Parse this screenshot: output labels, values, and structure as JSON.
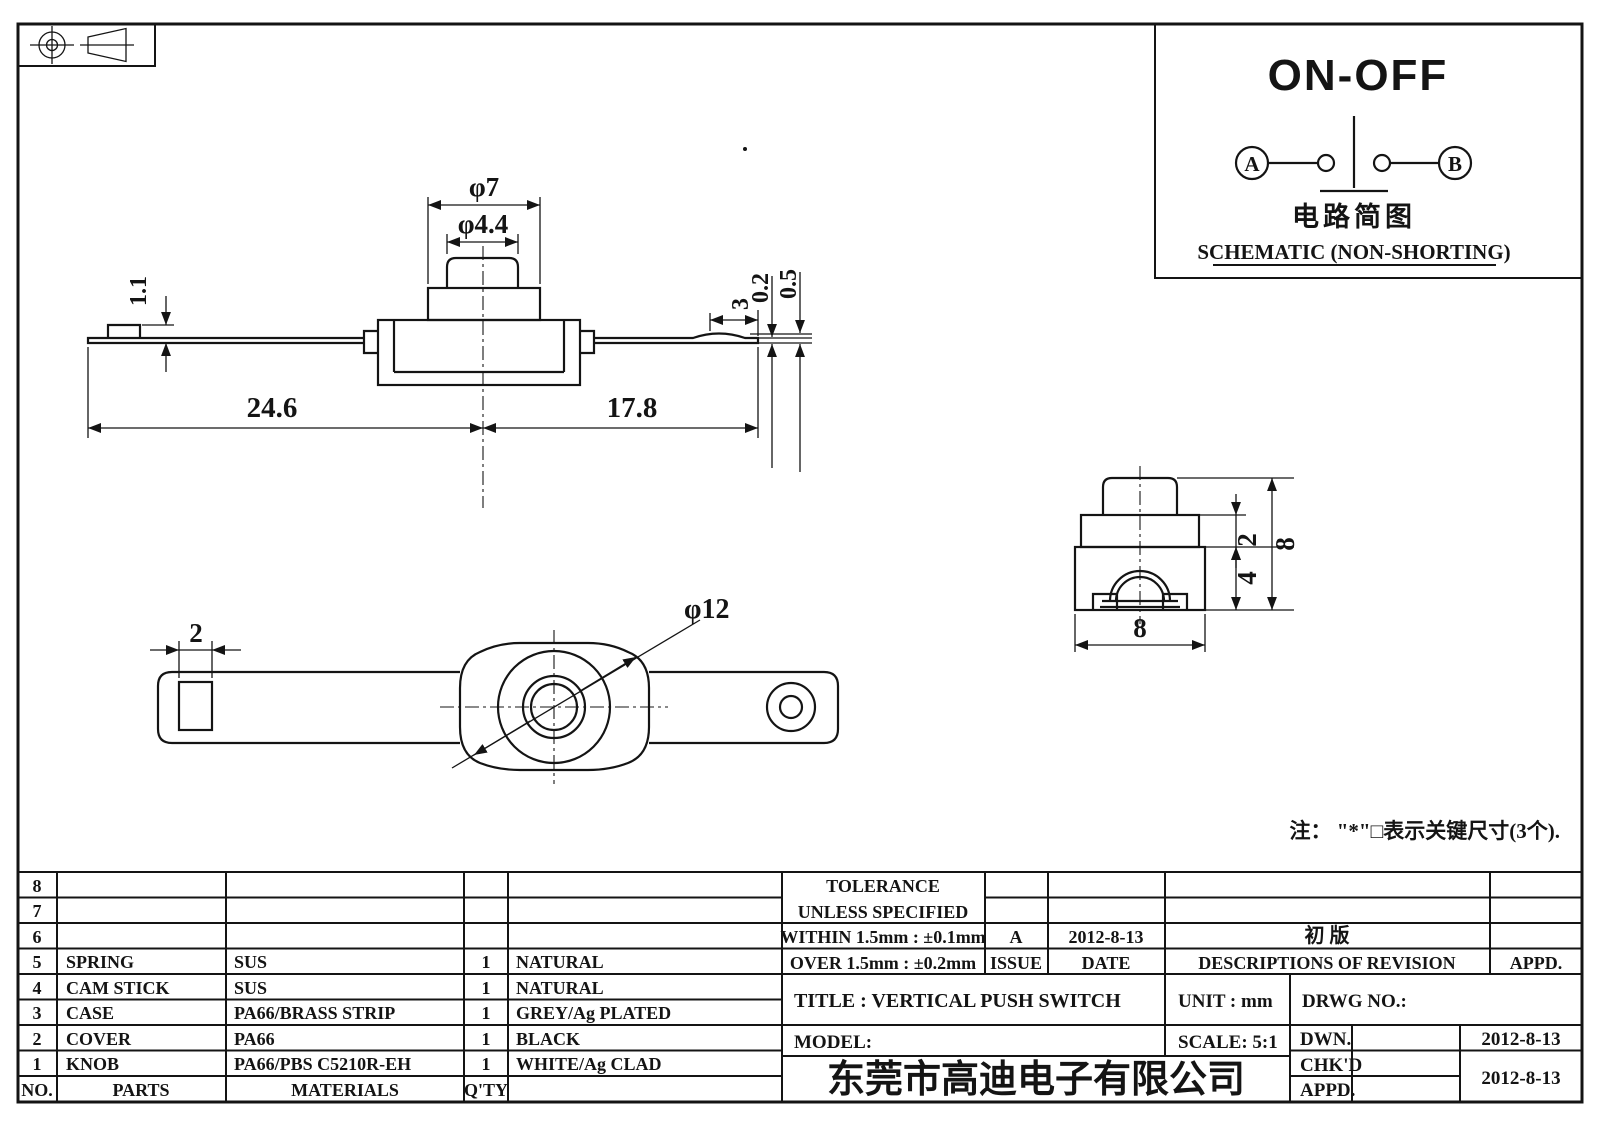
{
  "drawing_labels": {
    "front": {
      "cap_dia": "φ7",
      "knob_dia": "φ4.4",
      "tab_height": "1.1",
      "bump_width": "3",
      "strip_thickness": "0.2",
      "bump_height": "0.5",
      "left_length": "24.6",
      "right_length": "17.8"
    },
    "side": {
      "cover_height": "2",
      "case_height": "4",
      "total_height": "8",
      "case_width": "8"
    },
    "bottom": {
      "slot_width": "2",
      "body_dia": "φ12"
    },
    "note": "注： \"*\"□表示关键尺寸(3个)."
  },
  "schematic": {
    "title": "ON-OFF",
    "terminal_a": "A",
    "terminal_b": "B",
    "caption_cn": "电路简图",
    "caption_en": "SCHEMATIC (NON-SHORTING)"
  },
  "parts_table": {
    "headers": {
      "no": "NO.",
      "parts": "PARTS",
      "materials": "MATERIALS",
      "qty": "Q'TY"
    },
    "rows": [
      {
        "no": "8",
        "part": "",
        "material": "",
        "qty": "",
        "finish": ""
      },
      {
        "no": "7",
        "part": "",
        "material": "",
        "qty": "",
        "finish": ""
      },
      {
        "no": "6",
        "part": "",
        "material": "",
        "qty": "",
        "finish": ""
      },
      {
        "no": "5",
        "part": "SPRING",
        "material": "SUS",
        "qty": "1",
        "finish": "NATURAL"
      },
      {
        "no": "4",
        "part": "CAM STICK",
        "material": "SUS",
        "qty": "1",
        "finish": "NATURAL"
      },
      {
        "no": "3",
        "part": "CASE",
        "material": "PA66/BRASS STRIP",
        "qty": "1",
        "finish": "GREY/Ag PLATED"
      },
      {
        "no": "2",
        "part": "COVER",
        "material": "PA66",
        "qty": "1",
        "finish": "BLACK"
      },
      {
        "no": "1",
        "part": "KNOB",
        "material": "PA66/PBS C5210R-EH",
        "qty": "1",
        "finish": "WHITE/Ag CLAD"
      }
    ]
  },
  "revision_block": {
    "tolerance_line1": "TOLERANCE",
    "tolerance_line2": "UNLESS  SPECIFIED",
    "within": "WITHIN 1.5mm : ±0.1mm",
    "over": "OVER 1.5mm : ±0.2mm",
    "issue_value": "A",
    "date_value": "2012-8-13",
    "description_value": "初  版",
    "issue_label": "ISSUE",
    "date_label": "DATE",
    "description_label": "DESCRIPTIONS OF REVISION",
    "appd_label": "APPD."
  },
  "title_block": {
    "title": "TITLE :  VERTICAL PUSH SWITCH",
    "unit": "UNIT :  mm",
    "drwg_no": "DRWG NO.:",
    "model": "MODEL:",
    "scale": "SCALE:  5:1",
    "dwn_label": "DWN.",
    "chkd_label": "CHK'D",
    "appd_label": "APPD.",
    "dwn_date": "2012-8-13",
    "chkd_date": "2012-8-13",
    "company": "东莞市高迪电子有限公司"
  }
}
